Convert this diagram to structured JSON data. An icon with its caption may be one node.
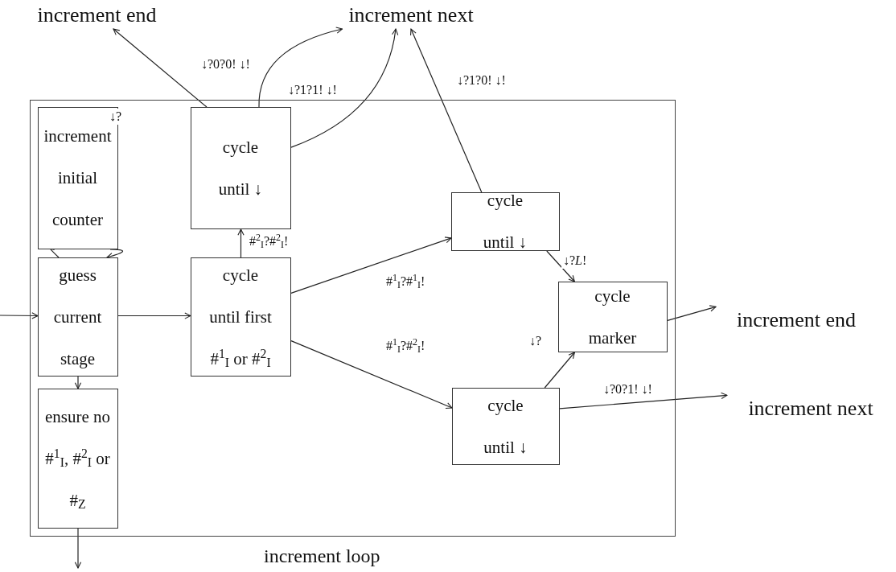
{
  "diagram": {
    "nodes": [
      {
        "text": [
          "increment loop"
        ]
      },
      {
        "text": [
          "increment initial counter"
        ],
        "in": 0
      },
      {
        "text": [
          "guess current stage"
        ],
        "in": 0
      },
      {
        "text": [
          "ensure no #$^{1}$$_{I}$, #$^{2}$$_{I}$ or #$_{Z}$"
        ],
        "in": 0
      },
      {
        "text": [
          "cycle until ↓"
        ],
        "in": 0
      },
      {
        "text": [
          "cycle until first #$^{1}$$_{I}$ or #$^{2}$$_{I}$"
        ],
        "in": 0
      },
      {
        "text": [
          "cycle until ↓"
        ],
        "in": 0
      },
      {
        "text": [
          "cycle marker"
        ],
        "in": 0
      },
      {
        "text": [
          "cycle until ↓"
        ],
        "in": 0
      },
      {
        "text": [
          "increment end"
        ]
      },
      {
        "text": [
          "increment next"
        ]
      },
      {
        "text": [
          "increment end"
        ]
      },
      {
        "text": [
          "increment next"
        ]
      }
    ],
    "edges": [
      {
        "from": null,
        "to": 2,
        "arrow": "to"
      },
      {
        "from": 2,
        "to": 1,
        "arrow": "to"
      },
      {
        "from": 1,
        "to": 2,
        "arrow": "to"
      },
      {
        "from": 2,
        "to": 5,
        "arrow": "to"
      },
      {
        "from": 2,
        "to": 3,
        "arrow": "to"
      },
      {
        "from": 3,
        "to": null,
        "arrow": "to"
      },
      {
        "from": 5,
        "to": 4,
        "arrow": "to",
        "label": "#$^{2}$$_{I}$?#$^{2}$$_{I}$!"
      },
      {
        "from": 5,
        "to": 6,
        "arrow": "to",
        "label": "#$^{1}$$_{I}$?#$^{1}$$_{I}$!"
      },
      {
        "from": 5,
        "to": 8,
        "arrow": "to",
        "label": "#$^{1}$$_{I}$?#$^{2}$$_{I}$!"
      },
      {
        "from": 4,
        "to": 9,
        "arrow": "to",
        "label": "↓?"
      },
      {
        "from": 4,
        "to": 10,
        "arrow": "to",
        "label": "↓?0?0! ↓!"
      },
      {
        "from": 4,
        "to": 10,
        "arrow": "to",
        "label": "↓?1?1! ↓!"
      },
      {
        "from": 6,
        "to": 10,
        "arrow": "to",
        "label": "↓?1?0! ↓!"
      },
      {
        "from": 6,
        "to": 7,
        "arrow": "to",
        "label": "↓?*L*!"
      },
      {
        "from": 8,
        "to": 7,
        "arrow": "to",
        "label": "↓?"
      },
      {
        "from": 8,
        "to": 12,
        "arrow": "to",
        "label": "↓?0?1! ↓!"
      },
      {
        "from": 7,
        "to": 11,
        "arrow": "to"
      }
    ]
  }
}
